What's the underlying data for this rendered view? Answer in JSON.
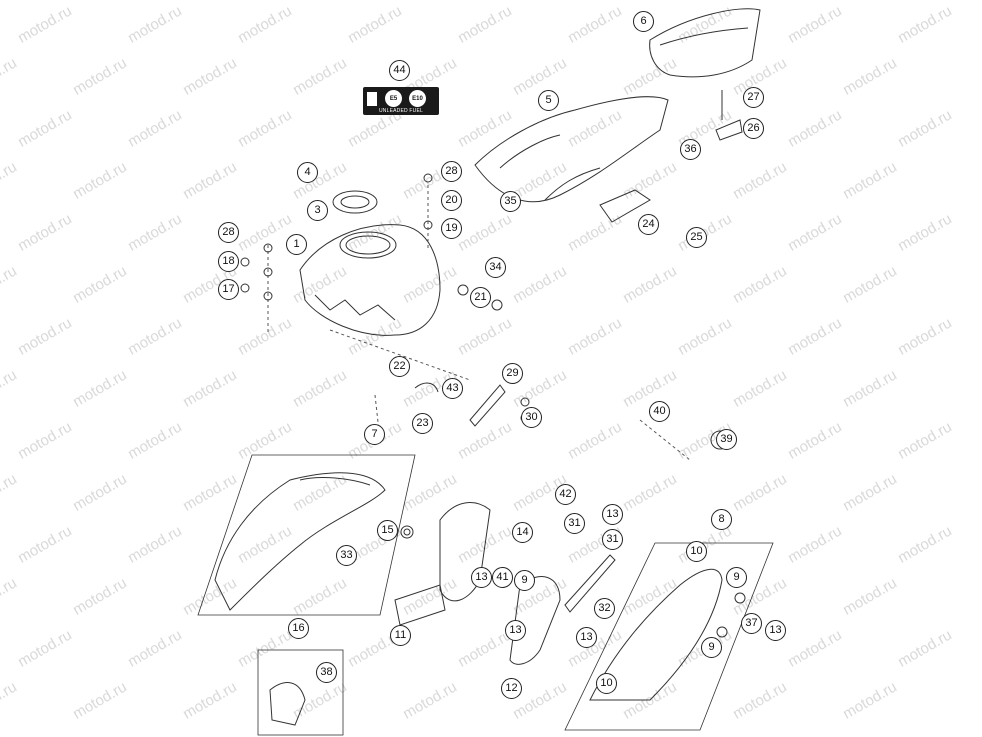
{
  "watermark": "motod.ru",
  "fuel_label": {
    "e5": "E5",
    "e10": "E10",
    "text": "UNLEADED FUEL"
  },
  "callouts": [
    {
      "id": "c44",
      "label": "44"
    },
    {
      "id": "c6",
      "label": "6"
    },
    {
      "id": "c5",
      "label": "5"
    },
    {
      "id": "c27",
      "label": "27"
    },
    {
      "id": "c26",
      "label": "26"
    },
    {
      "id": "c36",
      "label": "36"
    },
    {
      "id": "c4",
      "label": "4"
    },
    {
      "id": "c28a",
      "label": "28"
    },
    {
      "id": "c3",
      "label": "3"
    },
    {
      "id": "c20",
      "label": "20"
    },
    {
      "id": "c35",
      "label": "35"
    },
    {
      "id": "c19",
      "label": "19"
    },
    {
      "id": "c24",
      "label": "24"
    },
    {
      "id": "c28b",
      "label": "28"
    },
    {
      "id": "c1",
      "label": "1"
    },
    {
      "id": "c25",
      "label": "25"
    },
    {
      "id": "c18",
      "label": "18"
    },
    {
      "id": "c34",
      "label": "34"
    },
    {
      "id": "c17",
      "label": "17"
    },
    {
      "id": "c21",
      "label": "21"
    },
    {
      "id": "c22",
      "label": "22"
    },
    {
      "id": "c29",
      "label": "29"
    },
    {
      "id": "c43",
      "label": "43"
    },
    {
      "id": "c30",
      "label": "30"
    },
    {
      "id": "c23",
      "label": "23"
    },
    {
      "id": "c40",
      "label": "40"
    },
    {
      "id": "c7",
      "label": "7"
    },
    {
      "id": "c39",
      "label": "39"
    },
    {
      "id": "c42",
      "label": "42"
    },
    {
      "id": "c8",
      "label": "8"
    },
    {
      "id": "c13a",
      "label": "13"
    },
    {
      "id": "c14",
      "label": "14"
    },
    {
      "id": "c31a",
      "label": "31"
    },
    {
      "id": "c15",
      "label": "15"
    },
    {
      "id": "c31b",
      "label": "31"
    },
    {
      "id": "c10a",
      "label": "10"
    },
    {
      "id": "c33",
      "label": "33"
    },
    {
      "id": "c13b",
      "label": "13"
    },
    {
      "id": "c41",
      "label": "41"
    },
    {
      "id": "c9a",
      "label": "9"
    },
    {
      "id": "c9b",
      "label": "9"
    },
    {
      "id": "c32",
      "label": "32"
    },
    {
      "id": "c37",
      "label": "37"
    },
    {
      "id": "c13c",
      "label": "13"
    },
    {
      "id": "c11",
      "label": "11"
    },
    {
      "id": "c13d",
      "label": "13"
    },
    {
      "id": "c13e",
      "label": "13"
    },
    {
      "id": "c16",
      "label": "16"
    },
    {
      "id": "c9c",
      "label": "9"
    },
    {
      "id": "c38",
      "label": "38"
    },
    {
      "id": "c12",
      "label": "12"
    },
    {
      "id": "c10b",
      "label": "10"
    }
  ]
}
